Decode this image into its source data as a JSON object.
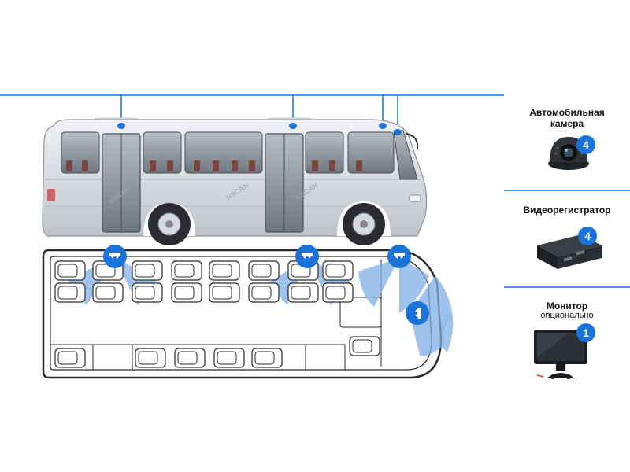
{
  "colors": {
    "accent": "#1a73d9",
    "coverage": "#7fb0e6",
    "bus_body": "#dcdfe3",
    "outline": "#2b2b2b"
  },
  "components": [
    {
      "title_line1": "Автомобильная",
      "title_line2": "камера",
      "badge": "4",
      "icon": "dome-camera-icon"
    },
    {
      "title": "Видеорегистратор",
      "badge": "4",
      "icon": "dvr-recorder-icon"
    },
    {
      "title": "Монитор",
      "subtitle": "опционально",
      "badge": "1",
      "icon": "monitor-icon"
    }
  ],
  "watermark": "NSCAN"
}
